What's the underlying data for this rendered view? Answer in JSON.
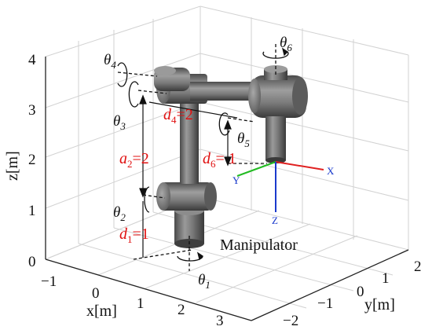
{
  "axes": {
    "z_label": "z[m]",
    "x_label": "x[m]",
    "y_label": "y[m]",
    "z_ticks": [
      "0",
      "1",
      "2",
      "3",
      "4"
    ],
    "x_ticks": [
      "−1",
      "0",
      "1",
      "2",
      "3"
    ],
    "y_ticks": [
      "−2",
      "−1",
      "0",
      "1",
      "2"
    ]
  },
  "joints": [
    {
      "sym": "θ",
      "sub": "1"
    },
    {
      "sym": "θ",
      "sub": "2"
    },
    {
      "sym": "θ",
      "sub": "3"
    },
    {
      "sym": "θ",
      "sub": "4"
    },
    {
      "sym": "θ",
      "sub": "5"
    },
    {
      "sym": "θ",
      "sub": "6"
    }
  ],
  "params": [
    {
      "sym": "d",
      "sub": "1",
      "value": "=1"
    },
    {
      "sym": "a",
      "sub": "2",
      "value": "=2"
    },
    {
      "sym": "d",
      "sub": "4",
      "value": "=2"
    },
    {
      "sym": "d",
      "sub": "6",
      "value": "= 1"
    }
  ],
  "end_frame": {
    "x": {
      "label": "X",
      "color": "#e02020"
    },
    "y": {
      "label": "Y",
      "color": "#22bb22"
    },
    "z": {
      "label": "Z",
      "color": "#1a3acc"
    }
  },
  "robot_label": "Manipulator"
}
